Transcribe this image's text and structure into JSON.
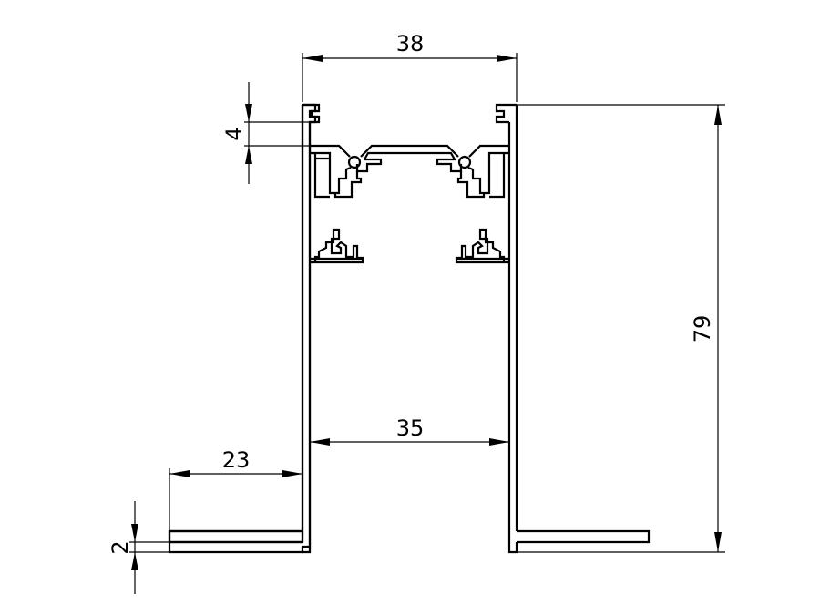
{
  "dimensions": {
    "top_width": "38",
    "slot_height": "4",
    "total_height": "79",
    "inner_width": "35",
    "flange_width": "23",
    "flange_thickness": "2"
  }
}
